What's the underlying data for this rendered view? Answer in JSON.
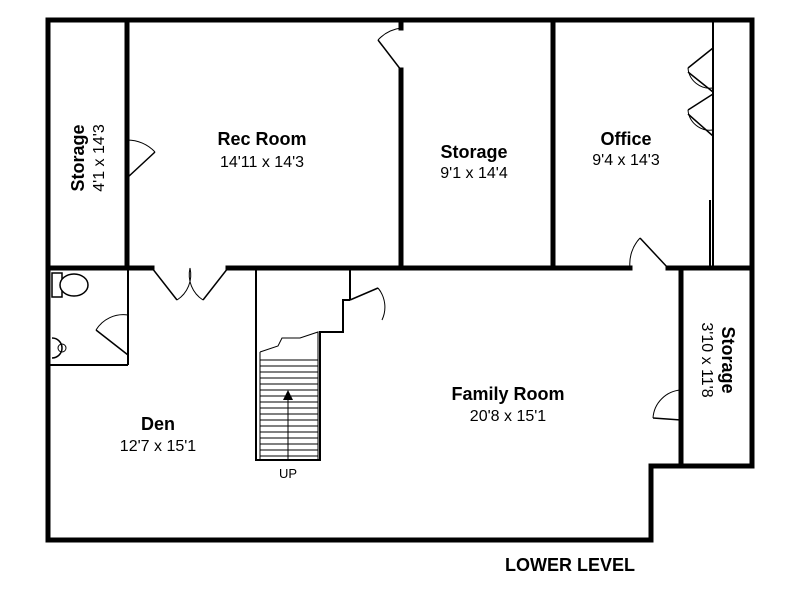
{
  "rooms": {
    "storage_left": {
      "name": "Storage",
      "dims": "4'1 x 14'3"
    },
    "rec_room": {
      "name": "Rec Room",
      "dims": "14'11 x 14'3"
    },
    "storage_mid": {
      "name": "Storage",
      "dims": "9'1 x 14'4"
    },
    "office": {
      "name": "Office",
      "dims": "9'4 x 14'3"
    },
    "storage_right": {
      "name": "Storage",
      "dims": "3'10 x 11'8"
    },
    "family_room": {
      "name": "Family Room",
      "dims": "20'8 x 15'1"
    },
    "den": {
      "name": "Den",
      "dims": "12'7 x 15'1"
    }
  },
  "stairs": {
    "label": "UP"
  },
  "level_label": "LOWER LEVEL"
}
